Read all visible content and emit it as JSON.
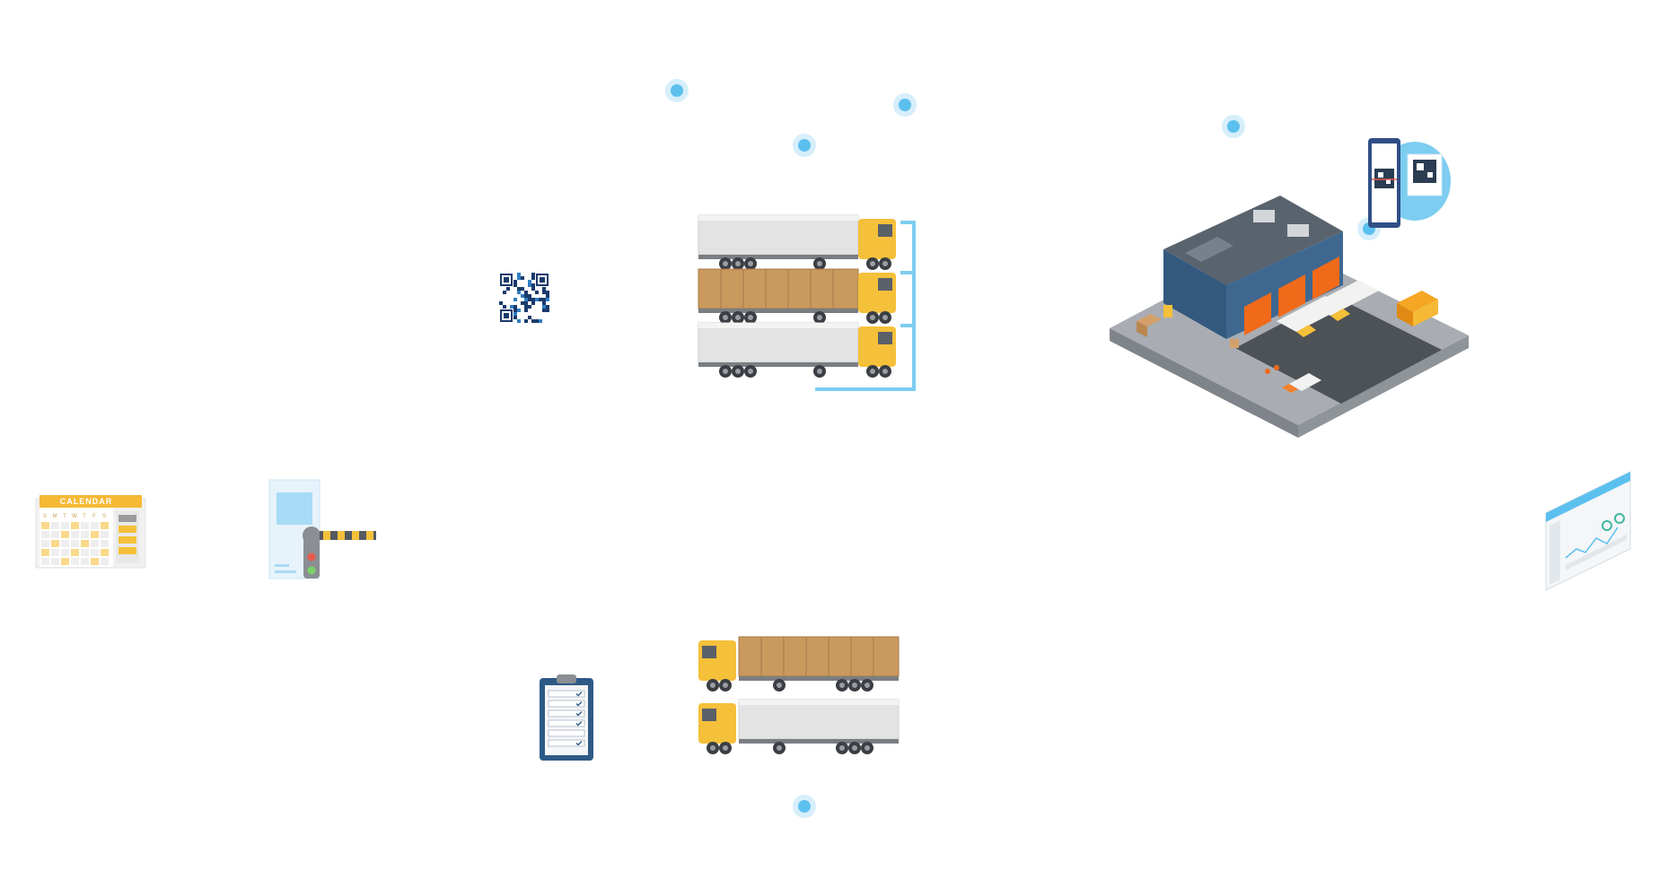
{
  "calendar": {
    "title": "CALENDAR",
    "weekdays": [
      "S",
      "M",
      "T",
      "W",
      "T",
      "F",
      "S"
    ]
  },
  "colors": {
    "accent_blue": "#5cc0ee",
    "truck_yellow": "#f5c03a",
    "cargo_brown": "#c9995e",
    "trailer_grey": "#e3e3e3",
    "building_blue": "#3f6890",
    "dock_orange": "#f06a1a"
  },
  "icons": [
    "calendar-icon",
    "gate-barrier-icon",
    "qr-code-icon",
    "clipboard-checklist-icon",
    "truck-fleet-top",
    "truck-fleet-bottom",
    "warehouse-illustration",
    "mobile-qr-scan-icon",
    "dashboard-screen-icon",
    "connector-dot"
  ]
}
